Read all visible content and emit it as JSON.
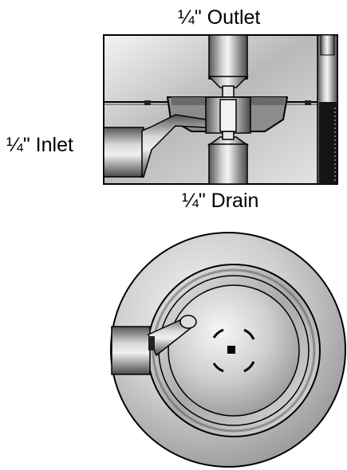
{
  "labels": {
    "outlet": "¼\" Outlet",
    "inlet": "¼\" Inlet",
    "drain": "¼\" Drain"
  },
  "colors": {
    "outline": "#000000",
    "metal_light": "#e8e8e8",
    "metal_mid": "#b0b0b0",
    "metal_dark": "#555555"
  }
}
